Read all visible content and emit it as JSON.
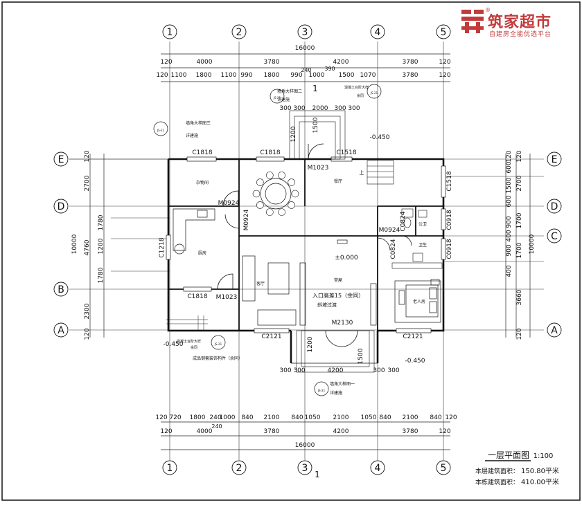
{
  "brand": {
    "name": "筑家超市",
    "tagline": "自建房全能优选平台",
    "registered": "®",
    "color": "#c23b3b"
  },
  "axes_top": [
    "1",
    "2",
    "3",
    "4",
    "5"
  ],
  "axes_bottom": [
    "1",
    "2",
    "3",
    "4",
    "5"
  ],
  "axes_left": [
    "E",
    "D",
    "B",
    "A"
  ],
  "axes_right": [
    "E",
    "D",
    "C",
    "A"
  ],
  "dims_top": {
    "total": "16000",
    "row2": [
      "120",
      "4000",
      "3780",
      "4200",
      "3780",
      "120"
    ],
    "row3": [
      "120",
      "1100",
      "1800",
      "1100",
      "990",
      "1800",
      "990",
      "1000",
      "1500",
      "1070",
      "3780",
      "120"
    ],
    "extra": [
      "240",
      "390"
    ]
  },
  "dims_bottom": {
    "total": "16000",
    "row1": [
      "120",
      "720",
      "1800",
      "240",
      "1000",
      "840",
      "2100",
      "840",
      "1050",
      "2100",
      "1050",
      "840",
      "2100",
      "840",
      "120"
    ],
    "row2": [
      "120",
      "4000",
      "3780",
      "4200",
      "3780",
      "120"
    ],
    "extra": [
      "240"
    ]
  },
  "dims_left": {
    "total": "10000",
    "col1": [
      "120",
      "2700",
      "4760",
      "2300",
      "120"
    ],
    "col2": [
      "1780",
      "1200",
      "1780"
    ]
  },
  "dims_right": {
    "total": "10000",
    "col1": [
      "120",
      "2700",
      "1700",
      "1700",
      "3660",
      "120"
    ],
    "col2": [
      "120",
      "600",
      "1500",
      "600",
      "900",
      "400",
      "900",
      "400"
    ]
  },
  "windows": [
    "C1818",
    "C1818",
    "C1518",
    "C1218",
    "C1818",
    "C2121",
    "C2121",
    "C1518",
    "C0918",
    "C0918",
    "C0824",
    "C0824"
  ],
  "doors": [
    "M1023",
    "M0924",
    "M0924",
    "M1023",
    "M0924",
    "M2130"
  ],
  "rooms": {
    "storage": "杂物间",
    "kitchen": "厨房",
    "dining": "餐厅",
    "living": "客厅",
    "hall": "堂屋",
    "toilet": "公卫",
    "bath": "卫生",
    "elder": "老人房"
  },
  "elevation_main": "±0.000",
  "elevations": [
    "-0.450",
    "-0.450",
    "-0.450"
  ],
  "notes": {
    "entrance": "入口高差15（余同）",
    "slope": "斜坡过渡",
    "corner1": "墙角大样图三",
    "corner1b": "详建施",
    "corner2": "墙角大样图二",
    "corner2b": "详建施",
    "corner3": "墙角大样图一",
    "corner3b": "详建施",
    "concrete": "混凝土台阶大样",
    "concrete_b": "余同",
    "sill": "成品钢套装饰构件（余同）",
    "stair": "上",
    "detail_ref": "JS-21",
    "section": "1"
  },
  "steps": [
    "300",
    "300",
    "2000",
    "300",
    "300",
    "1200",
    "1500",
    "300",
    "300",
    "4200",
    "300",
    "300",
    "1200",
    "1500"
  ],
  "title_block": {
    "title": "一层平面图",
    "scale": "1:100",
    "area_floor_label": "本层建筑面积：",
    "area_floor_value": "150.80平米",
    "area_total_label": "本栋建筑面积：",
    "area_total_value": "410.00平米"
  }
}
